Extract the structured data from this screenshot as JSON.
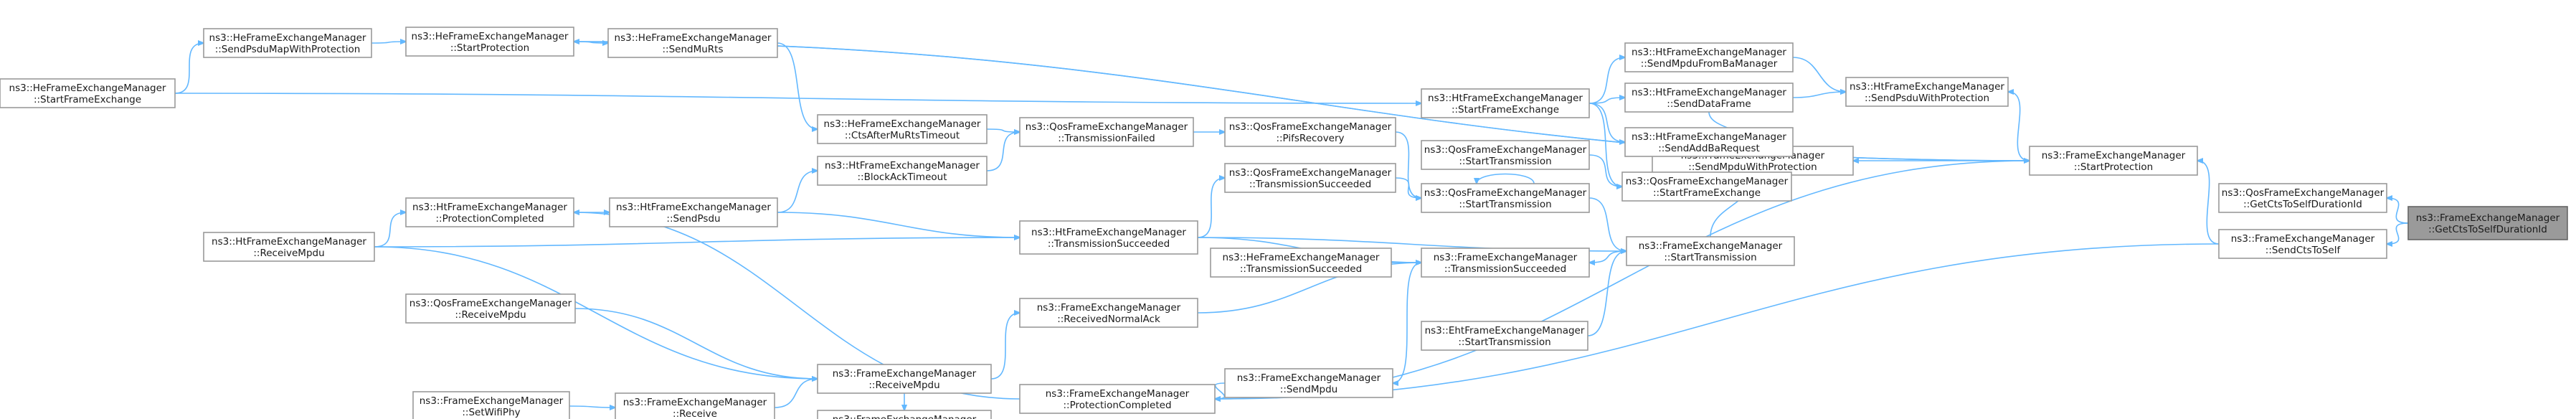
{
  "graph": {
    "nodes": [
      {
        "id": "n1",
        "lines": [
          "ns3::FrameExchangeManager",
          "::GetCtsToSelfDurationId"
        ],
        "highlight": true
      },
      {
        "id": "n2",
        "lines": [
          "ns3::QosFrameExchangeManager",
          "::GetCtsToSelfDurationId"
        ]
      },
      {
        "id": "n3",
        "lines": [
          "ns3::FrameExchangeManager",
          "::SendCtsToSelf"
        ]
      },
      {
        "id": "n4",
        "lines": [
          "ns3::FrameExchangeManager",
          "::StartProtection"
        ]
      },
      {
        "id": "n5",
        "lines": [
          "ns3::FrameExchangeManager",
          "::ProtectionCompleted"
        ]
      },
      {
        "id": "n6",
        "lines": [
          "ns3::FrameExchangeManager",
          "::SendMpduWithProtection"
        ]
      },
      {
        "id": "n7",
        "lines": [
          "ns3::HtFrameExchangeManager",
          "::SendPsduWithProtection"
        ]
      },
      {
        "id": "n8",
        "lines": [
          "ns3::HeFrameExchangeManager",
          "::StartProtection"
        ]
      },
      {
        "id": "n9",
        "lines": [
          "ns3::FrameExchangeManager",
          "::SendMpdu"
        ]
      },
      {
        "id": "n10",
        "lines": [
          "ns3::FrameExchangeManager",
          "::ReceiveMpdu"
        ]
      },
      {
        "id": "n11",
        "lines": [
          "ns3::FrameExchangeManager",
          "::Receive"
        ]
      },
      {
        "id": "n12",
        "lines": [
          "ns3::FrameExchangeManager",
          "::SetWifiPhy"
        ]
      },
      {
        "id": "n13",
        "lines": [
          "ns3::FrameExchangeManager",
          "::ProtectionCompleted"
        ]
      },
      {
        "id": "n14",
        "lines": [
          "ns3::FrameExchangeManager",
          "::ReceivedNormalAck"
        ]
      },
      {
        "id": "n15",
        "lines": [
          "ns3::HtFrameExchangeManager",
          "::TransmissionSucceeded"
        ]
      },
      {
        "id": "n16",
        "lines": [
          "ns3::FrameExchangeManager",
          "::TransmissionSucceeded"
        ]
      },
      {
        "id": "n17",
        "lines": [
          "ns3::HeFrameExchangeManager",
          "::TransmissionSucceeded"
        ]
      },
      {
        "id": "n18",
        "lines": [
          "ns3::FrameExchangeManager",
          "::StartTransmission"
        ]
      },
      {
        "id": "n19",
        "lines": [
          "ns3::EhtFrameExchangeManager",
          "::StartTransmission"
        ]
      },
      {
        "id": "n20",
        "lines": [
          "ns3::QosFrameExchangeManager",
          "::StartTransmission"
        ]
      },
      {
        "id": "n21",
        "lines": [
          "ns3::QosFrameExchangeManager",
          "::StartTransmission"
        ]
      },
      {
        "id": "n22",
        "lines": [
          "ns3::QosFrameExchangeManager",
          "::StartFrameExchange"
        ]
      },
      {
        "id": "n23",
        "lines": [
          "ns3::HtFrameExchangeManager",
          "::StartFrameExchange"
        ]
      },
      {
        "id": "n24",
        "lines": [
          "ns3::HeFrameExchangeManager",
          "::StartFrameExchange"
        ]
      },
      {
        "id": "n25",
        "lines": [
          "ns3::HtFrameExchangeManager",
          "::SendAddBaRequest"
        ]
      },
      {
        "id": "n26",
        "lines": [
          "ns3::HtFrameExchangeManager",
          "::SendDataFrame"
        ]
      },
      {
        "id": "n27",
        "lines": [
          "ns3::HtFrameExchangeManager",
          "::SendMpduFromBaManager"
        ]
      },
      {
        "id": "n28",
        "lines": [
          "ns3::HtFrameExchangeManager",
          "::ProtectionCompleted"
        ]
      },
      {
        "id": "n29",
        "lines": [
          "ns3::HtFrameExchangeManager",
          "::ReceiveMpdu"
        ]
      },
      {
        "id": "n30",
        "lines": [
          "ns3::QosFrameExchangeManager",
          "::ReceiveMpdu"
        ]
      },
      {
        "id": "n31",
        "lines": [
          "ns3::HtFrameExchangeManager",
          "::SendPsdu"
        ]
      },
      {
        "id": "n32",
        "lines": [
          "ns3::HtFrameExchangeManager",
          "::BlockAckTimeout"
        ]
      },
      {
        "id": "n33",
        "lines": [
          "ns3::QosFrameExchangeManager",
          "::TransmissionFailed"
        ]
      },
      {
        "id": "n34",
        "lines": [
          "ns3::HeFrameExchangeManager",
          "::CtsAfterMuRtsTimeout"
        ]
      },
      {
        "id": "n35",
        "lines": [
          "ns3::HeFrameExchangeManager",
          "::SendMuRts"
        ]
      },
      {
        "id": "n36",
        "lines": [
          "ns3::HeFrameExchangeManager",
          "::SendPsduMapWithProtection"
        ]
      },
      {
        "id": "n37",
        "lines": [
          "ns3::QosFrameExchangeManager",
          "::PifsRecovery"
        ]
      },
      {
        "id": "n38",
        "lines": [
          "ns3::QosFrameExchangeManager",
          "::TransmissionSucceeded"
        ]
      }
    ]
  }
}
